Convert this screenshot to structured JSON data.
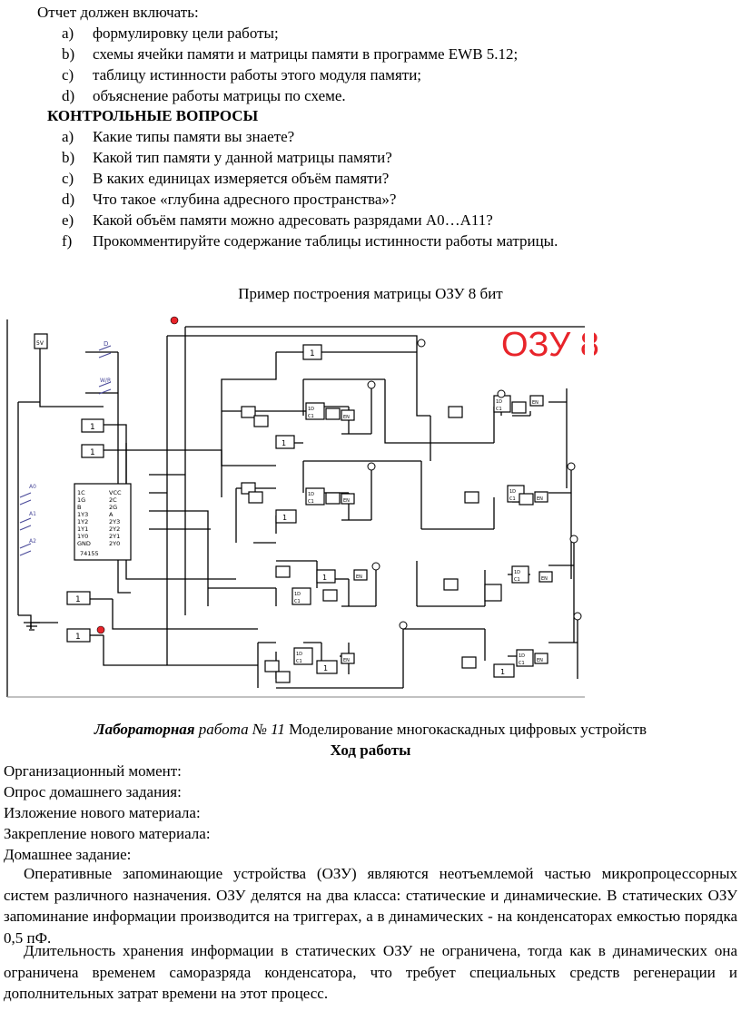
{
  "report": {
    "heading": "Отчет должен включать:",
    "items": [
      {
        "marker": "a)",
        "text": "формулировку цели работы;"
      },
      {
        "marker": "b)",
        "text": "схемы ячейки памяти и матрицы памяти в программе EWB 5.12;"
      },
      {
        "marker": "c)",
        "text": "таблицу истинности работы этого модуля памяти;"
      },
      {
        "marker": "d)",
        "text": "объяснение работы матрицы по схеме."
      }
    ]
  },
  "questions": {
    "heading": "КОНТРОЛЬНЫЕ ВОПРОСЫ",
    "items": [
      {
        "marker": "a)",
        "text": "Какие типы памяти вы знаете?"
      },
      {
        "marker": "b)",
        "text": "Какой тип памяти у данной матрицы памяти?"
      },
      {
        "marker": "c)",
        "text": "В каких единицах измеряется объём памяти?"
      },
      {
        "marker": "d)",
        "text": "Что такое «глубина адресного пространства»?"
      },
      {
        "marker": "e)",
        "text": "Какой объём памяти можно адресовать разрядами А0…А11?"
      },
      {
        "marker": "f)",
        "text": "Прокомментируйте содержание таблицы истинности работы матрицы."
      }
    ]
  },
  "figure": {
    "caption": "Пример построения матрицы ОЗУ 8 бит",
    "ozu_label": "ОЗУ 8",
    "chip_name": "74155",
    "chip_pins_left": [
      "1C",
      "1G",
      "B",
      "1Y3",
      "1Y2",
      "1Y1",
      "1Y0",
      "GND"
    ],
    "chip_pins_right": [
      "VCC",
      "2C",
      "2G",
      "A",
      "2Y3",
      "2Y2",
      "2Y1",
      "2Y0"
    ],
    "switch_labels": [
      "D",
      "W/R",
      "A0",
      "A1",
      "A2"
    ],
    "power_label": "5V",
    "gate_label": "1",
    "trigger_labels": [
      "1D",
      "C1"
    ],
    "buffer_label": "EN",
    "accent_color": "#e8242a",
    "wire_color": "#000000"
  },
  "lab": {
    "title_bold_italic": "Лабораторная",
    "title_italic": "работа № 11",
    "title_rest": "Моделирование многокаскадных цифровых устройств",
    "progress_heading": "Ход работы",
    "steps": [
      "Организационный момент:",
      "Опрос домашнего задания:",
      "Изложение нового материала:",
      "Закрепление нового материала:",
      "Домашнее задание:"
    ],
    "paragraphs": [
      "Оперативные запоминающие устройства (ОЗУ) являются неотъемлемой частью микропроцессорных систем различного назначения. ОЗУ делятся на два класса: статические и динамические. В статических ОЗУ запоминание информации производится на триггерах, а в динамических - на конденсаторах емкостью порядка 0,5 пФ.",
      "Длительность хранения информации в статических ОЗУ не ограничена, тогда как в динамических она ограничена временем саморазряда конденсатора, что требует специальных средств регенерации и дополнительных затрат времени на этот процесс."
    ]
  }
}
